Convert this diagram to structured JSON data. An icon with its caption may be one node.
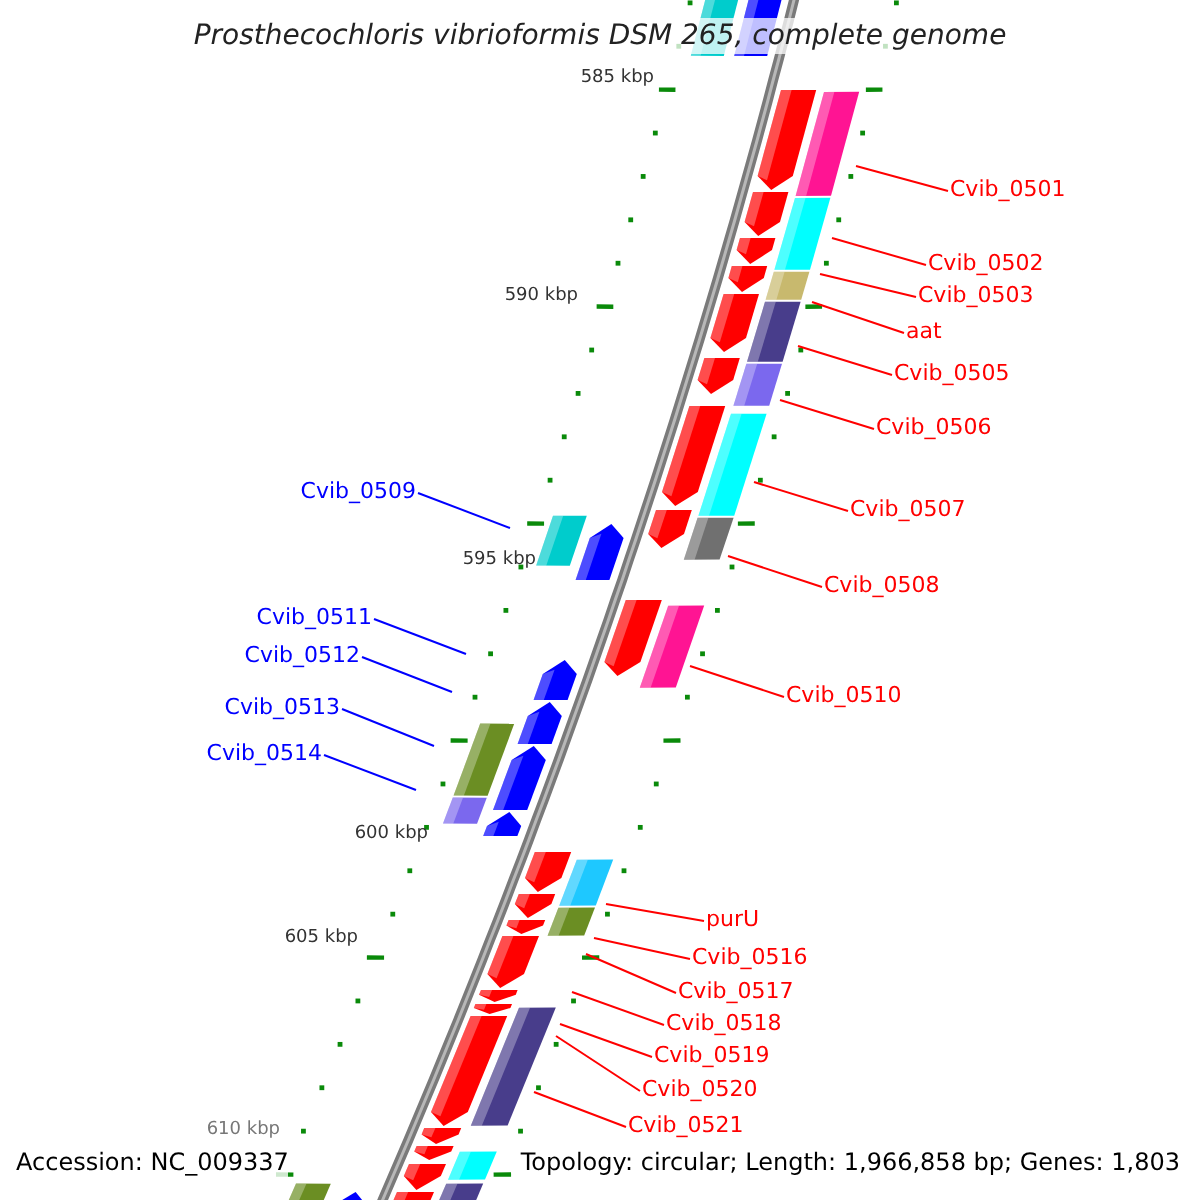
{
  "diagram": {
    "title": "Prosthecochloris vibrioformis DSM 265, complete genome",
    "nodes": [
      {
        "text": [
          "Cvib_0501"
        ]
      },
      {
        "text": [
          "Cvib_0502"
        ]
      },
      {
        "text": [
          "Cvib_0503"
        ]
      },
      {
        "text": [
          "aat"
        ]
      },
      {
        "text": [
          "Cvib_0505"
        ]
      },
      {
        "text": [
          "Cvib_0506"
        ]
      },
      {
        "text": [
          "Cvib_0509"
        ]
      },
      {
        "text": [
          "Cvib_0507"
        ]
      },
      {
        "text": [
          "Cvib_0508"
        ]
      },
      {
        "text": [
          "Cvib_0511"
        ]
      },
      {
        "text": [
          "Cvib_0512"
        ]
      },
      {
        "text": [
          "Cvib_0510"
        ]
      },
      {
        "text": [
          "Cvib_0513"
        ]
      },
      {
        "text": [
          "Cvib_0514"
        ]
      },
      {
        "text": [
          "purU"
        ]
      },
      {
        "text": [
          "Cvib_0516"
        ]
      },
      {
        "text": [
          "Cvib_0517"
        ]
      },
      {
        "text": [
          "Cvib_0518"
        ]
      },
      {
        "text": [
          "Cvib_0519"
        ]
      },
      {
        "text": [
          "Cvib_0520"
        ]
      },
      {
        "text": [
          "Cvib_0521"
        ]
      }
    ],
    "edges": [
      {
        "from": 0,
        "to": null,
        "arrow": "none"
      },
      {
        "from": 1,
        "to": null,
        "arrow": "none"
      },
      {
        "from": 2,
        "to": null,
        "arrow": "none"
      },
      {
        "from": 3,
        "to": null,
        "arrow": "none"
      },
      {
        "from": 4,
        "to": null,
        "arrow": "none"
      },
      {
        "from": 5,
        "to": null,
        "arrow": "none"
      },
      {
        "from": 6,
        "to": null,
        "arrow": "none",
        "color": "#0000ff"
      },
      {
        "from": 7,
        "to": null,
        "arrow": "none"
      },
      {
        "from": 8,
        "to": null,
        "arrow": "none"
      },
      {
        "from": 9,
        "to": null,
        "arrow": "none",
        "color": "#0000ff"
      },
      {
        "from": 10,
        "to": null,
        "arrow": "none",
        "color": "#0000ff"
      },
      {
        "from": 11,
        "to": null,
        "arrow": "none"
      },
      {
        "from": 12,
        "to": null,
        "arrow": "none",
        "color": "#0000ff"
      },
      {
        "from": 13,
        "to": null,
        "arrow": "none",
        "color": "#0000ff"
      },
      {
        "from": 14,
        "to": null,
        "arrow": "none"
      },
      {
        "from": 15,
        "to": null,
        "arrow": "none"
      },
      {
        "from": 16,
        "to": null,
        "arrow": "none"
      },
      {
        "from": 17,
        "to": null,
        "arrow": "none"
      },
      {
        "from": 18,
        "to": null,
        "arrow": "none"
      },
      {
        "from": 19,
        "to": null,
        "arrow": "none"
      },
      {
        "from": 20,
        "to": null,
        "arrow": "none"
      }
    ],
    "labels": [
      "585 kbp",
      "590 kbp",
      "595 kbp",
      "600 kbp",
      "605 kbp",
      "610 kbp",
      "Accession: NC_009337",
      "Topology: circular; Length: 1,966,858 bp; Genes: 1,803"
    ]
  }
}
